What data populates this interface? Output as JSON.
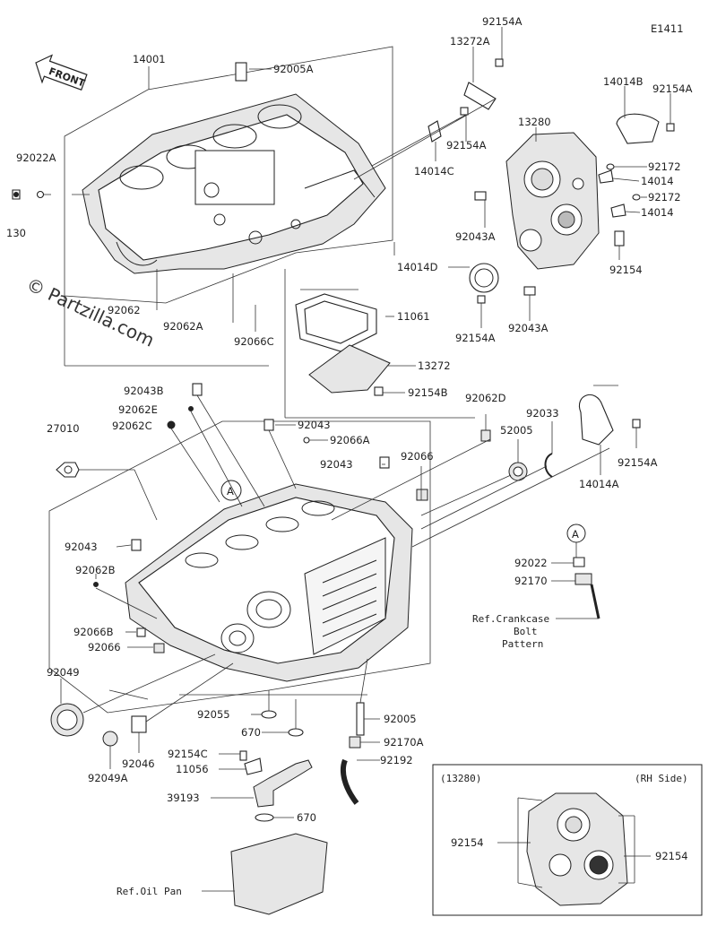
{
  "diagram": {
    "code": "E1411",
    "watermark": "© Partzilla.com",
    "front_arrow": "FRONT",
    "callout_letter": "A",
    "labels": {
      "p14001": "14001",
      "p92005A": "92005A",
      "p92154A_a": "92154A",
      "p13272A": "13272A",
      "p14014B": "14014B",
      "p92154A_b": "92154A",
      "p13280": "13280",
      "p92154A_c": "92154A",
      "p14014C": "14014C",
      "p92172_a": "92172",
      "p14014_a": "14014",
      "p92172_b": "92172",
      "p14014_b": "14014",
      "p92022A": "92022A",
      "p130": "130",
      "p92043A_a": "92043A",
      "p92154": "92154",
      "p14014D": "14014D",
      "p92154A_d": "92154A",
      "p92043A_b": "92043A",
      "p11061": "11061",
      "p92062": "92062",
      "p92062A": "92062A",
      "p92066C": "92066C",
      "p13272": "13272",
      "p92154B": "92154B",
      "p92043B": "92043B",
      "p92062E": "92062E",
      "p92062C": "92062C",
      "p92062D": "92062D",
      "p92033": "92033",
      "p92043_a": "92043",
      "p27010": "27010",
      "p92066A": "92066A",
      "p52005": "52005",
      "p92043_b": "92043",
      "p92066": "92066",
      "p92154A_e": "92154A",
      "p14014A": "14014A",
      "p92043_c": "92043",
      "p92062B": "92062B",
      "p92022": "92022",
      "p92170": "92170",
      "ref_bolt_1": "Ref.Crankcase",
      "ref_bolt_2": "Bolt",
      "ref_bolt_3": "Pattern",
      "p92066B": "92066B",
      "p92066_b": "92066",
      "p92049": "92049",
      "p92055": "92055",
      "p92005": "92005",
      "p670_a": "670",
      "p92170A": "92170A",
      "p92154C": "92154C",
      "p92192": "92192",
      "p11056": "11056",
      "p92046": "92046",
      "p92049A": "92049A",
      "p39193": "39193",
      "p670_b": "670",
      "ref_oil_pan": "Ref.Oil Pan"
    },
    "inset": {
      "title": "(13280)",
      "side": "(RH Side)",
      "left_label": "92154",
      "right_label": "92154"
    }
  }
}
